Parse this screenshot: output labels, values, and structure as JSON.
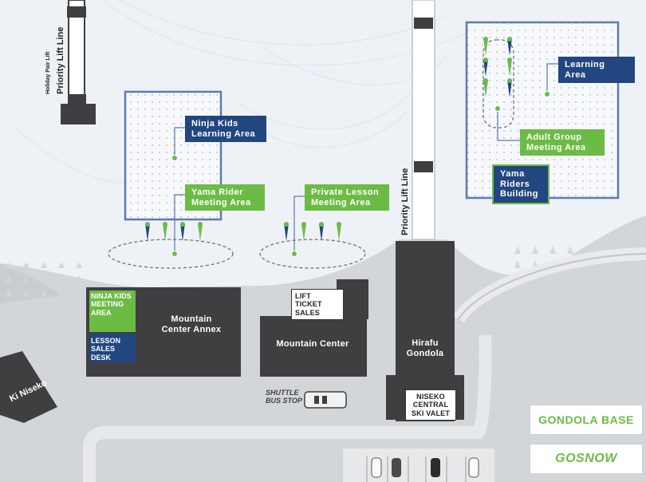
{
  "labels": {
    "priority_lift_line_left": "Priority Lift Line",
    "holiday_pair_lift": "Holiday Pair Lift",
    "priority_lift_line_center": "Priority Lift Line",
    "ninja_kids_learning_area": "Ninja Kids Learning Area",
    "yama_rider_meeting_area": "Yama Rider Meeting Area",
    "private_lesson_meeting_area": "Private Lesson Meeting Area",
    "learning_area": "Learning Area",
    "adult_group_meeting_area": "Adult Group Meeting Area",
    "yama_riders_building": "Yama Riders Building",
    "ninja_kids_meeting_area": "NINJA KIDS MEETING AREA",
    "lesson_sales_desk": "LESSON SALES DESK",
    "mountain_center_annex": "Mountain Center Annex",
    "lift_ticket_sales": "LIFT TICKET SALES",
    "mountain_center": "Mountain Center",
    "hirafu_gondola": "Hirafu Gondola",
    "niseko_central_ski_valet": "NISEKO CENTRAL SKI VALET",
    "shuttle_bus_stop": "SHUTTLE BUS STOP",
    "ki_niseko": "Ki Niseko"
  },
  "badges": {
    "gondola_base": "GONDOLA BASE",
    "gosnow": "GOSNOW"
  },
  "colors": {
    "navy": "#22467f",
    "green": "#6cbb45",
    "building": "#3f3f42",
    "road": "#bfc3c7",
    "snow": "#eef2f6"
  }
}
